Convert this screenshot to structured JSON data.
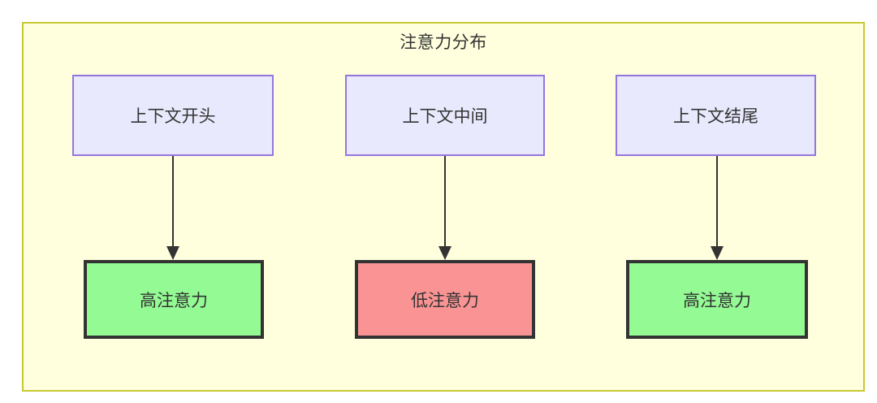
{
  "diagram": {
    "title": "注意力分布",
    "container_fill": "#ffffde",
    "container_border": "#c8c832",
    "source_nodes": [
      {
        "id": "context-start",
        "label": "上下文开头",
        "fill": "#e9e9fd",
        "border": "#9575e0"
      },
      {
        "id": "context-middle",
        "label": "上下文中间",
        "fill": "#e9e9fd",
        "border": "#9575e0"
      },
      {
        "id": "context-end",
        "label": "上下文结尾",
        "fill": "#e9e9fd",
        "border": "#9575e0"
      }
    ],
    "result_nodes": [
      {
        "id": "high-attention-start",
        "label": "高注意力",
        "fill": "#94fa94",
        "border": "#333333"
      },
      {
        "id": "low-attention-middle",
        "label": "低注意力",
        "fill": "#fa9494",
        "border": "#333333"
      },
      {
        "id": "high-attention-end",
        "label": "高注意力",
        "fill": "#94fa94",
        "border": "#333333"
      }
    ],
    "edges": [
      {
        "from": "context-start",
        "to": "high-attention-start",
        "label": ""
      },
      {
        "from": "context-middle",
        "to": "low-attention-middle",
        "label": ""
      },
      {
        "from": "context-end",
        "to": "high-attention-end",
        "label": ""
      }
    ],
    "edge_color": "#333333"
  }
}
